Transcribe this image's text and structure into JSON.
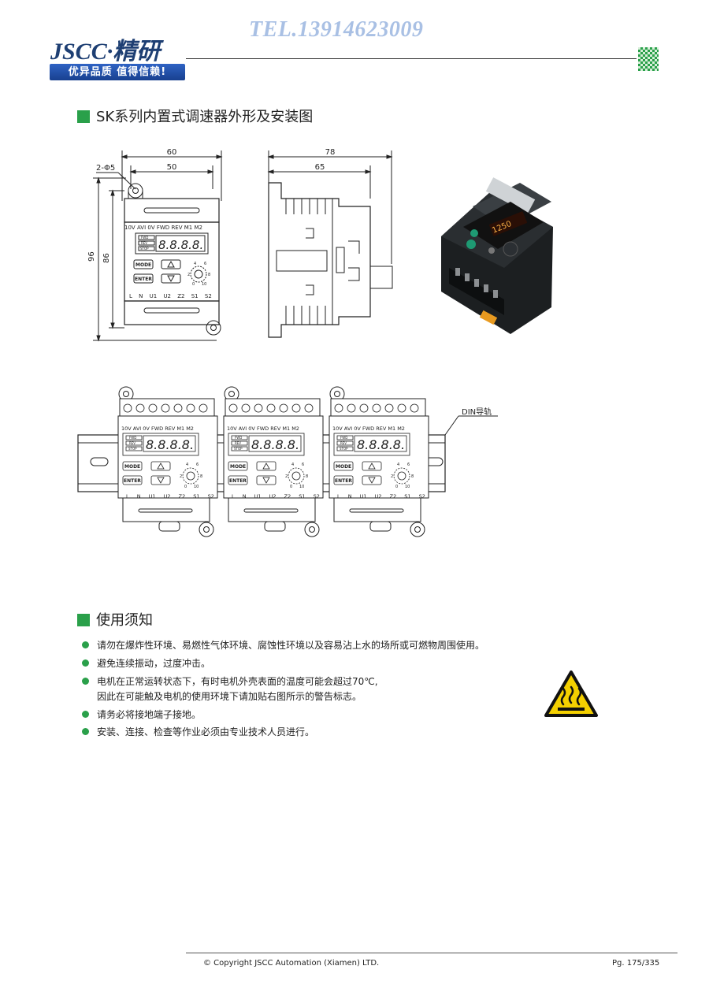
{
  "header": {
    "tel": "TEL.13914623009",
    "brand": "JSCC·精研",
    "slogan": "优异品质 值得信赖!"
  },
  "section1": {
    "title": "SK系列内置式调速器外形及安装图"
  },
  "dimensions": {
    "front_width_outer": "60",
    "front_width_inner": "50",
    "hole": "2-Φ5",
    "height_outer": "96",
    "height_inner": "86",
    "side_width_outer": "78",
    "side_width_inner": "65"
  },
  "device": {
    "top_terminals": [
      "10V",
      "AVI",
      "0V",
      "FWD",
      "REV",
      "M1",
      "M2"
    ],
    "bottom_terminals": [
      "L",
      "N",
      "U1",
      "U2",
      "Z2",
      "S1",
      "S2"
    ],
    "indicators": [
      "FWD",
      "REV",
      "STOP"
    ],
    "display": "8.8.8.8.",
    "photo_display": "1250",
    "mode_label": "MODE",
    "enter_label": "ENTER",
    "dial_marks": [
      "4",
      "6",
      "2",
      "8",
      "0",
      "10"
    ]
  },
  "din_rail_label": "DIN导轨",
  "section2": {
    "title": "使用须知",
    "notes": [
      "请勿在爆炸性环境、易燃性气体环境、腐蚀性环境以及容易沾上水的场所或可燃物周围使用。",
      "避免连续振动，过度冲击。",
      "电机在正常运转状态下，有时电机外壳表面的温度可能会超过70℃,",
      "请务必将接地端子接地。",
      "安装、连接、检查等作业必须由专业技术人员进行。"
    ],
    "note3_cont": "因此在可能触及电机的使用环境下请加贴右图所示的警告标志。"
  },
  "footer": {
    "copyright": "© Copyright JSCC Automation (Xiamen) LTD.",
    "page": "Pg. 175/335"
  },
  "colors": {
    "accent_green": "#2aa04a",
    "brand_blue": "#1e3f73",
    "tel_blue": "#a9c0e4",
    "warning_yellow": "#f4d000"
  }
}
